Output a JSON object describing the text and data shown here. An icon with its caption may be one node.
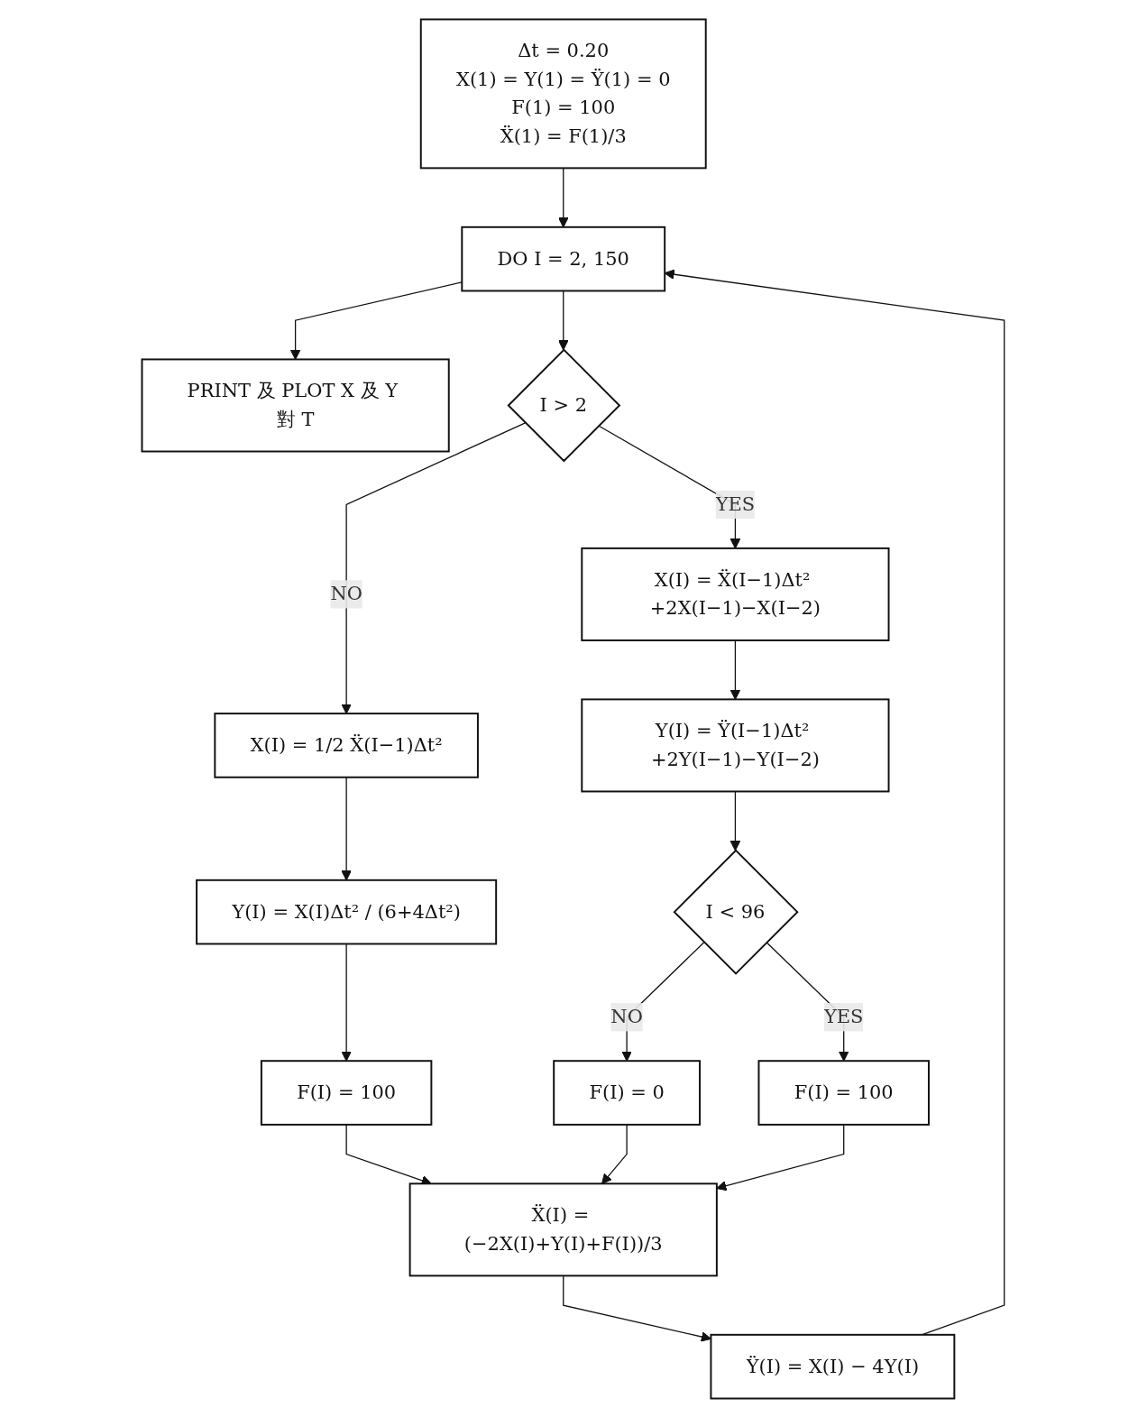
{
  "diagram": {
    "nodes": [
      {
        "text": [
          "Δt = 0.20",
          "X(1) = Y(1) = Ÿ(1) = 0",
          "F(1) = 100",
          "Ẍ(1) = F(1)/3"
        ]
      },
      {
        "text": [
          "DO I = 2, 150"
        ]
      },
      {
        "text": [
          "PRINT 及 PLOT X 及 Y 對 T"
        ]
      },
      {
        "text": [
          "I > 2"
        ]
      },
      {
        "text": [
          "X(I) = 1/2 Ẍ(I−1)Δt²"
        ]
      },
      {
        "text": [
          "Y(I) = X(I)Δt² / (6+4Δt²)"
        ]
      },
      {
        "text": [
          "F(I) = 100"
        ]
      },
      {
        "text": [
          "X(I) = Ẍ(I−1)Δt² +2X(I−1)−X(I−2)"
        ]
      },
      {
        "text": [
          "Y(I) = Ÿ(I−1)Δt² +2Y(I−1)−Y(I−2)"
        ]
      },
      {
        "text": [
          "I < 96"
        ]
      },
      {
        "text": [
          "F(I) = 0"
        ]
      },
      {
        "text": [
          "F(I) = 100"
        ]
      },
      {
        "text": [
          "Ẍ(I) = (−2X(I)+Y(I)+F(I))/3"
        ]
      },
      {
        "text": [
          "Ÿ(I) = X(I) − 4Y(I)"
        ]
      }
    ],
    "edges": [
      {
        "from": 0,
        "to": 1,
        "arrow": "to"
      },
      {
        "from": 1,
        "to": 2,
        "arrow": "to"
      },
      {
        "from": 1,
        "to": 3,
        "arrow": "to"
      },
      {
        "from": 3,
        "to": 4,
        "arrow": "to",
        "label": "NO"
      },
      {
        "from": 4,
        "to": 5,
        "arrow": "to"
      },
      {
        "from": 5,
        "to": 6,
        "arrow": "to"
      },
      {
        "from": 3,
        "to": 7,
        "arrow": "to",
        "label": "YES"
      },
      {
        "from": 7,
        "to": 8,
        "arrow": "to"
      },
      {
        "from": 8,
        "to": 9,
        "arrow": "to"
      },
      {
        "from": 9,
        "to": 10,
        "arrow": "to",
        "label": "NO"
      },
      {
        "from": 9,
        "to": 11,
        "arrow": "to",
        "label": "YES"
      },
      {
        "from": 6,
        "to": 12,
        "arrow": "to"
      },
      {
        "from": 10,
        "to": 12,
        "arrow": "to"
      },
      {
        "from": 11,
        "to": 12,
        "arrow": "to"
      },
      {
        "from": 12,
        "to": 13,
        "arrow": "to"
      },
      {
        "from": 13,
        "to": 1,
        "arrow": "to"
      }
    ]
  }
}
